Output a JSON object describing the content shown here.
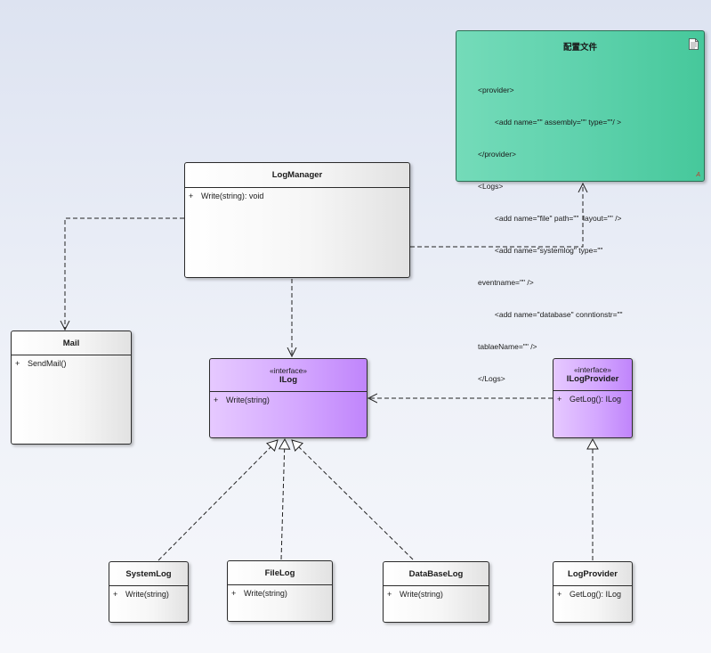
{
  "note": {
    "title": "配置文件",
    "lines": [
      "<provider>",
      "        <add name=\"\" assembly=\"\" type=\"\"/ >",
      "</provider>",
      "<Logs>",
      "        <add name=\"file\" path=\"\"  layout=\"\" />",
      "        <add name=\"systemlog\" type=\"\"",
      "eventname=\"\" />",
      "        <add name=\"database\" conntionstr=\"\"",
      "tablaeName=\"\" />",
      "</Logs>"
    ],
    "corner_mark": "A",
    "color": "#5fd2ad"
  },
  "classes": {
    "logmanager": {
      "name": "LogManager",
      "op_vis": "+",
      "op": "Write(string): void"
    },
    "mail": {
      "name": "Mail",
      "op_vis": "+",
      "op": "SendMail()"
    },
    "ilog": {
      "stereotype": "«interface»",
      "name": "ILog",
      "op_vis": "+",
      "op": "Write(string)"
    },
    "ilogprovider": {
      "stereotype": "«interface»",
      "name": "ILogProvider",
      "op_vis": "+",
      "op": "GetLog(): ILog"
    },
    "systemlog": {
      "name": "SystemLog",
      "op_vis": "+",
      "op": "Write(string)"
    },
    "filelog": {
      "name": "FileLog",
      "op_vis": "+",
      "op": "Write(string)"
    },
    "databaselog": {
      "name": "DataBaseLog",
      "op_vis": "+",
      "op": "Write(string)"
    },
    "logprovider": {
      "name": "LogProvider",
      "op_vis": "+",
      "op": "GetLog(): ILog"
    }
  },
  "colors": {
    "interface": "#d4a8ff",
    "class": "#f2f2f2",
    "note": "#5fd2ad"
  }
}
